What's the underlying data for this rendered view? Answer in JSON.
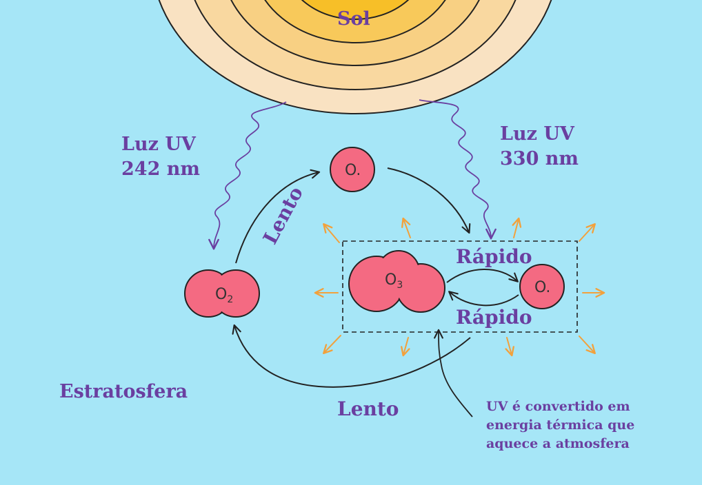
{
  "sun": {
    "label": "Sol"
  },
  "uv_left": {
    "line1": "Luz UV",
    "line2": "242 nm"
  },
  "uv_right": {
    "line1": "Luz UV",
    "line2": "330 nm"
  },
  "molecules": {
    "o2": {
      "symbol": "O",
      "subscript": "2"
    },
    "o_top": {
      "symbol": "O."
    },
    "o3": {
      "symbol": "O",
      "subscript": "3"
    },
    "o_right": {
      "symbol": "O."
    }
  },
  "reactions": {
    "left_arc": "Lento",
    "bottom_arc": "Lento",
    "forward": "Rápido",
    "reverse": "Rápido"
  },
  "region": {
    "label": "Estratosfera"
  },
  "annotation": {
    "lines": [
      "UV é convertido em",
      "energia térmica que",
      "aquece a atmosfera"
    ]
  },
  "colors": {
    "background": "#a6e6f7",
    "sun_core": "#f7bf28",
    "molecule": "#f46a82",
    "label": "#6a3fa0",
    "heat_arrows": "#f2a13c"
  }
}
